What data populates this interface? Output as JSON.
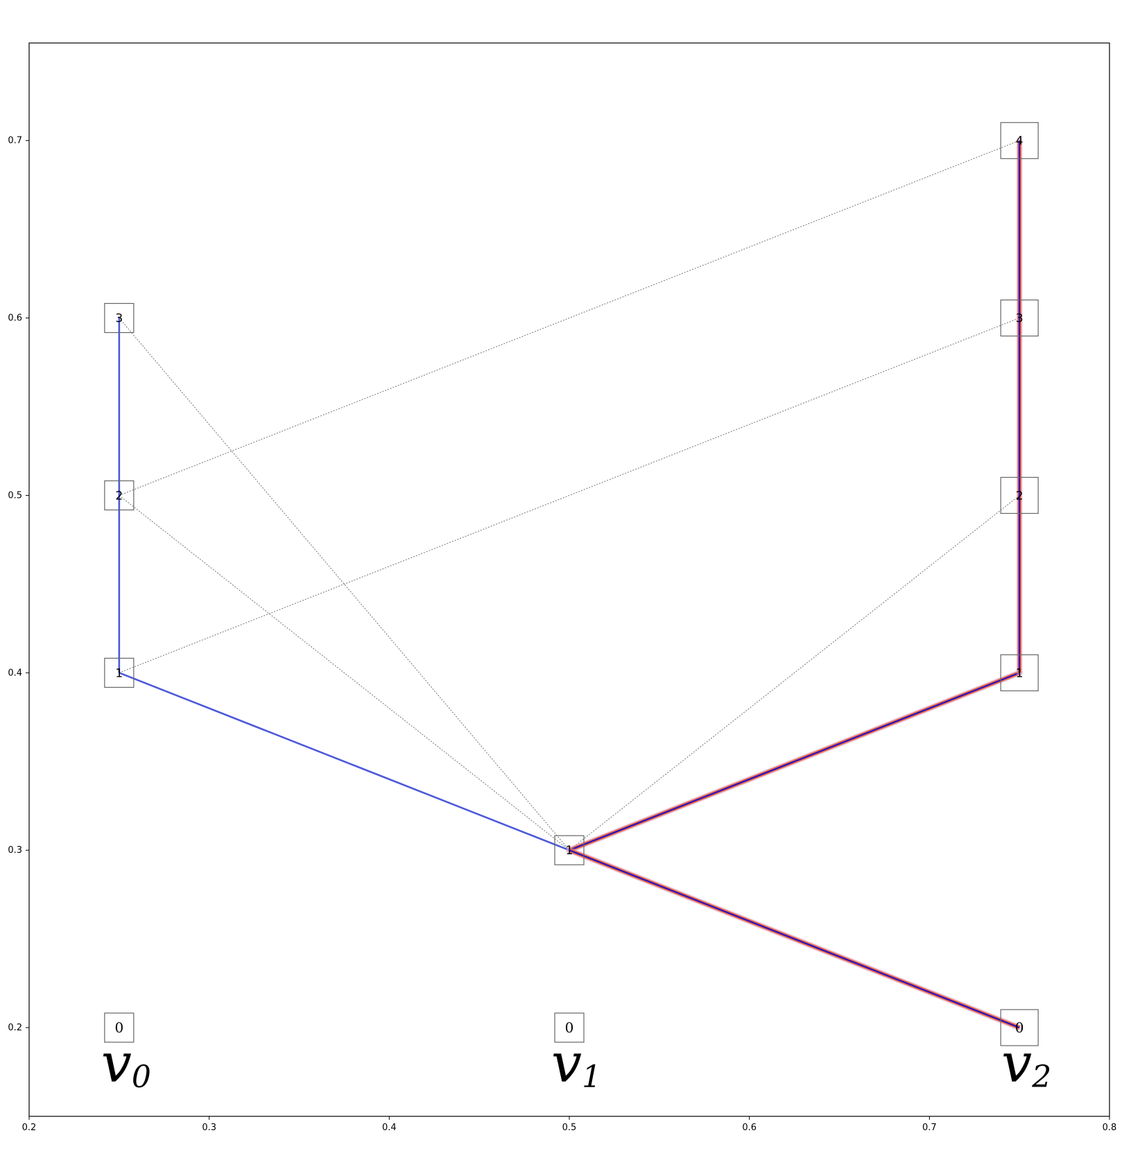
{
  "chart_data": {
    "type": "diagram",
    "xlim": [
      0.2,
      0.8
    ],
    "ylim": [
      0.15,
      0.755
    ],
    "x_ticks": [
      "0.2",
      "0.3",
      "0.4",
      "0.5",
      "0.6",
      "0.7",
      "0.8"
    ],
    "y_ticks": [
      "0.2",
      "0.3",
      "0.4",
      "0.5",
      "0.6",
      "0.7"
    ],
    "variables": [
      {
        "name": "v",
        "sub": "0",
        "x": 0.25
      },
      {
        "name": "v",
        "sub": "1",
        "x": 0.5
      },
      {
        "name": "v",
        "sub": "2",
        "x": 0.75
      }
    ],
    "nodes": [
      {
        "id": "a0",
        "label": "0",
        "x": 0.25,
        "y": 0.2,
        "box": "small"
      },
      {
        "id": "a1",
        "label": "1",
        "x": 0.25,
        "y": 0.4,
        "box": "small"
      },
      {
        "id": "a2",
        "label": "2",
        "x": 0.25,
        "y": 0.5,
        "box": "small"
      },
      {
        "id": "a3",
        "label": "3",
        "x": 0.25,
        "y": 0.6,
        "box": "small"
      },
      {
        "id": "b0",
        "label": "0",
        "x": 0.5,
        "y": 0.2,
        "box": "small"
      },
      {
        "id": "b1",
        "label": "1",
        "x": 0.5,
        "y": 0.3,
        "box": "small"
      },
      {
        "id": "c0",
        "label": "0",
        "x": 0.75,
        "y": 0.2,
        "box": "large"
      },
      {
        "id": "c1",
        "label": "1",
        "x": 0.75,
        "y": 0.4,
        "box": "large"
      },
      {
        "id": "c2",
        "label": "2",
        "x": 0.75,
        "y": 0.5,
        "box": "large"
      },
      {
        "id": "c3",
        "label": "3",
        "x": 0.75,
        "y": 0.6,
        "box": "large"
      },
      {
        "id": "c4",
        "label": "4",
        "x": 0.75,
        "y": 0.7,
        "box": "large"
      }
    ],
    "edges": [
      {
        "from": "a3",
        "to": "b1",
        "style": "dotted"
      },
      {
        "from": "a2",
        "to": "b1",
        "style": "dotted"
      },
      {
        "from": "a2",
        "to": "c4",
        "style": "dotted"
      },
      {
        "from": "a1",
        "to": "c3",
        "style": "dotted"
      },
      {
        "from": "b1",
        "to": "c2",
        "style": "dotted"
      },
      {
        "from": "a1",
        "to": "a3",
        "style": "blue"
      },
      {
        "from": "a1",
        "to": "b1",
        "style": "blue"
      },
      {
        "from": "b1",
        "to": "c1",
        "style": "red-highlight"
      },
      {
        "from": "b1",
        "to": "c0",
        "style": "red-highlight"
      },
      {
        "from": "c1",
        "to": "c4",
        "style": "red-highlight"
      }
    ],
    "colors": {
      "blue": "#3a47d5",
      "dark_blue": "#1010cc",
      "red": "#e04f4f",
      "orange": "#e06a2a",
      "pink_glow": "#d9a0d8",
      "dotted": "#888888",
      "box": "#666666"
    }
  }
}
